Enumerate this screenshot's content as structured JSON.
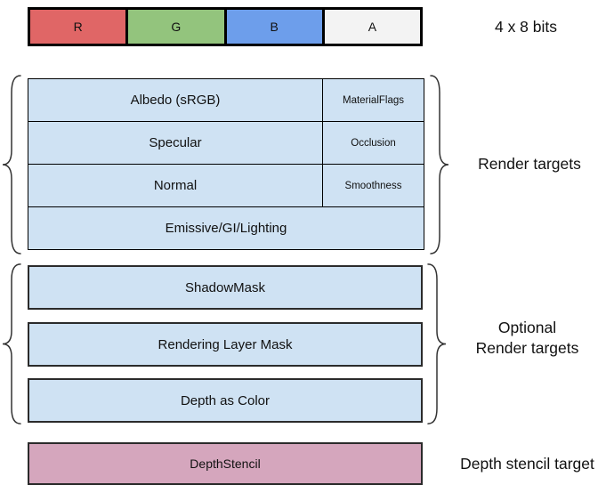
{
  "pixel_format_bar": {
    "cells": [
      {
        "label": "R",
        "color": "#E06666"
      },
      {
        "label": "G",
        "color": "#93C47D"
      },
      {
        "label": "B",
        "color": "#6D9EEB"
      },
      {
        "label": "A",
        "color": "#F3F3F3"
      }
    ],
    "caption": "4 x 8 bits"
  },
  "render_targets": {
    "label": "Render targets",
    "rows": [
      {
        "main": "Albedo (sRGB)",
        "alpha": "MaterialFlags"
      },
      {
        "main": "Specular",
        "alpha": "Occlusion"
      },
      {
        "main": "Normal",
        "alpha": "Smoothness"
      },
      {
        "main": "Emissive/GI/Lighting",
        "alpha": null
      }
    ]
  },
  "optional_render_targets": {
    "label_line1": "Optional",
    "label_line2": "Render targets",
    "rows": [
      "ShadowMask",
      "Rendering Layer Mask",
      "Depth as Color"
    ]
  },
  "depth_stencil": {
    "row": "DepthStencil",
    "label": "Depth stencil target"
  },
  "colors": {
    "red_channel": "#E06666",
    "green_channel": "#93C47D",
    "blue_channel": "#6D9EEB",
    "alpha_channel": "#F3F3F3",
    "render_target_fill": "#CFE2F3",
    "depth_stencil_fill": "#D5A6BD",
    "border": "#000000"
  }
}
